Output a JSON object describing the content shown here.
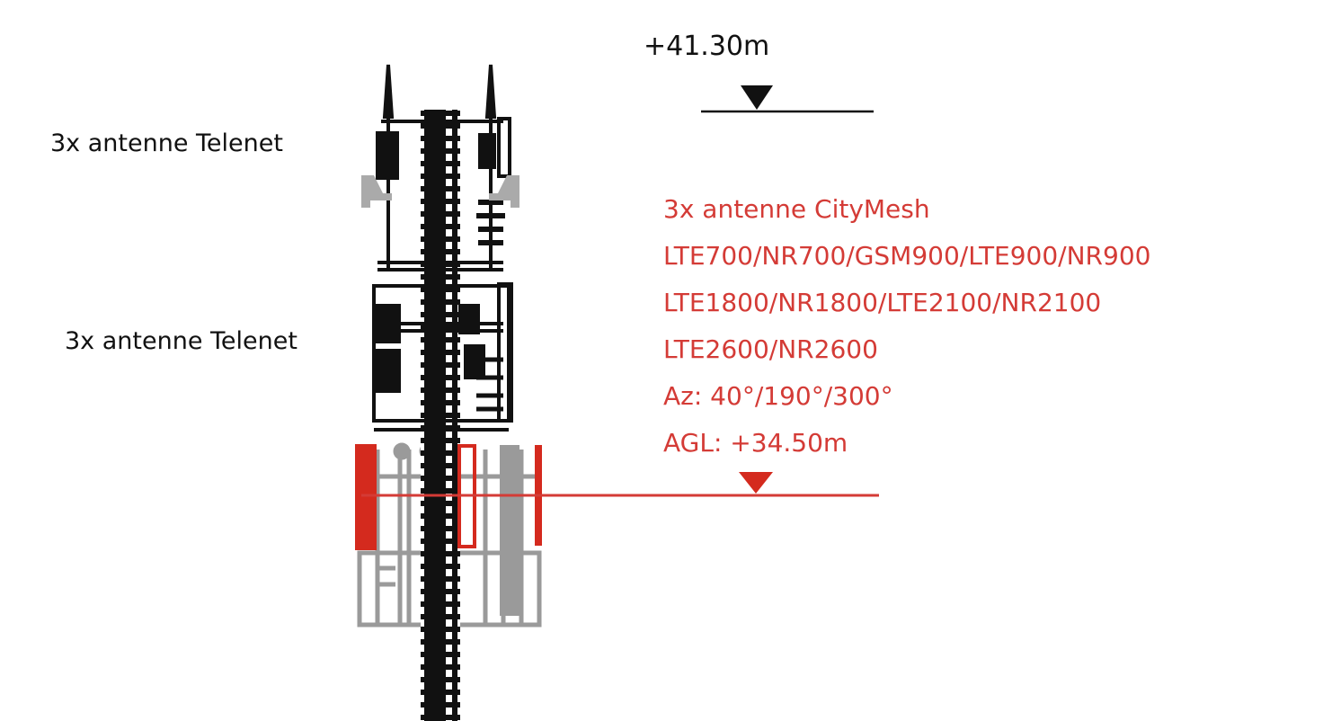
{
  "top_marker": {
    "label": "+41.30m"
  },
  "labels": {
    "telenet_upper": "3x antenne Telenet",
    "telenet_lower": "3x antenne Telenet"
  },
  "citymesh": {
    "lines": [
      "3x antenne CityMesh",
      "LTE700/NR700/GSM900/LTE900/NR900",
      "LTE1800/NR1800/LTE2100/NR2100",
      "LTE2600/NR2600",
      "Az: 40°/190°/300°",
      "AGL: +34.50m"
    ]
  },
  "colors": {
    "accent": "#d43b36",
    "existing": "#111111",
    "existing_faded": "#9a9a9a"
  }
}
